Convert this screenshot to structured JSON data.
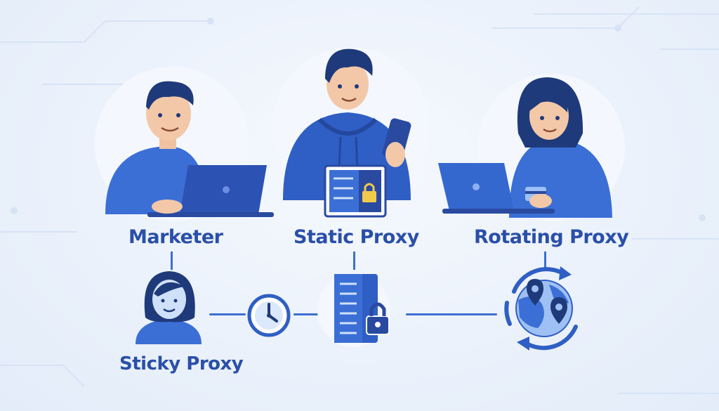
{
  "labels": {
    "marketer": "Marketer",
    "static_proxy": "Static Proxy",
    "rotating_proxy": "Rotating Proxy",
    "sticky_proxy": "Sticky Proxy"
  },
  "colors": {
    "primary": "#3a6fd8",
    "dark": "#2a4fa8",
    "skin": "#f3c8a8",
    "hair": "#1f3a7a",
    "background": "#eef4fc"
  },
  "icons": [
    "laptop-icon",
    "phone-icon",
    "server-lock-icon",
    "clock-icon",
    "globe-rotate-icon",
    "map-pin-icon"
  ]
}
